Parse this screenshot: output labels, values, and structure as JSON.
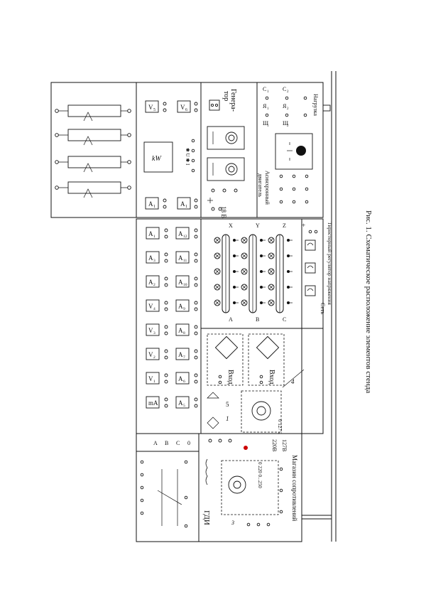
{
  "caption": "Рис. 1. Схематическое расположение элементов стенда",
  "rheostat_panel": {
    "label": ""
  },
  "meters_panel": {
    "v5": "V",
    "v5_sub": "5",
    "v6": "V",
    "v6_sub": "6",
    "kw": "kW",
    "star_u_i": "✱ U ✱ I",
    "a1": "A",
    "a1_sub": "1",
    "a_right": "A",
    "a_right_sub": "1",
    "voltage": "18 В"
  },
  "generator": {
    "label1": "Генера-",
    "label2": "тор"
  },
  "load": {
    "label": "Нагрузка",
    "c1": "C",
    "c1_sub": "1",
    "c2": "C",
    "c2_sub": "2",
    "ya1": "Я",
    "ya1_sub": "1",
    "ya2": "Я",
    "ya2_sub": "2",
    "sh1": "Ш",
    "sh1_sub": "1",
    "sh2": "Ш",
    "sh2_sub": "2"
  },
  "motor": {
    "label1": "Асинхронный",
    "label2": "двигатель"
  },
  "ammeter_grid": {
    "row_top": [
      {
        "l": "A",
        "s": "1"
      },
      {
        "l": "A",
        "s": "3"
      },
      {
        "l": "A",
        "s": "2"
      },
      {
        "l": "V",
        "s": "4"
      },
      {
        "l": "V",
        "s": "3"
      },
      {
        "l": "V",
        "s": "2"
      },
      {
        "l": "V",
        "s": "1"
      },
      {
        "l": "mA",
        "s": ""
      }
    ],
    "row_bot": [
      {
        "l": "A",
        "s": "12"
      },
      {
        "l": "A",
        "s": "11"
      },
      {
        "l": "A",
        "s": "10"
      },
      {
        "l": "A",
        "s": "9"
      },
      {
        "l": "A",
        "s": "8"
      },
      {
        "l": "A",
        "s": "7"
      },
      {
        "l": "A",
        "s": "6"
      },
      {
        "l": "A",
        "s": "5"
      }
    ]
  },
  "phases": {
    "x": "X",
    "y": "Y",
    "z": "Z",
    "a": "A",
    "b": "B",
    "c": "C"
  },
  "thyristor": {
    "label": "Тиристорный регулятор напряжения",
    "net": "Сеть"
  },
  "inputs": {
    "in1": "Вход",
    "in2": "Вход"
  },
  "misc": {
    "n1": "1",
    "n4": "4",
    "n5": "5",
    "n3": "3",
    "n127": "0  127  2"
  },
  "abc": {
    "a": "A",
    "b": "B",
    "c": "C",
    "o": "0"
  },
  "supply": {
    "v220": "220В",
    "v127": "127В"
  },
  "gdi": {
    "label": "ГДИ",
    "scale": "0   220   0...250"
  },
  "magazine": {
    "label": "Магазин сопротивлений"
  }
}
